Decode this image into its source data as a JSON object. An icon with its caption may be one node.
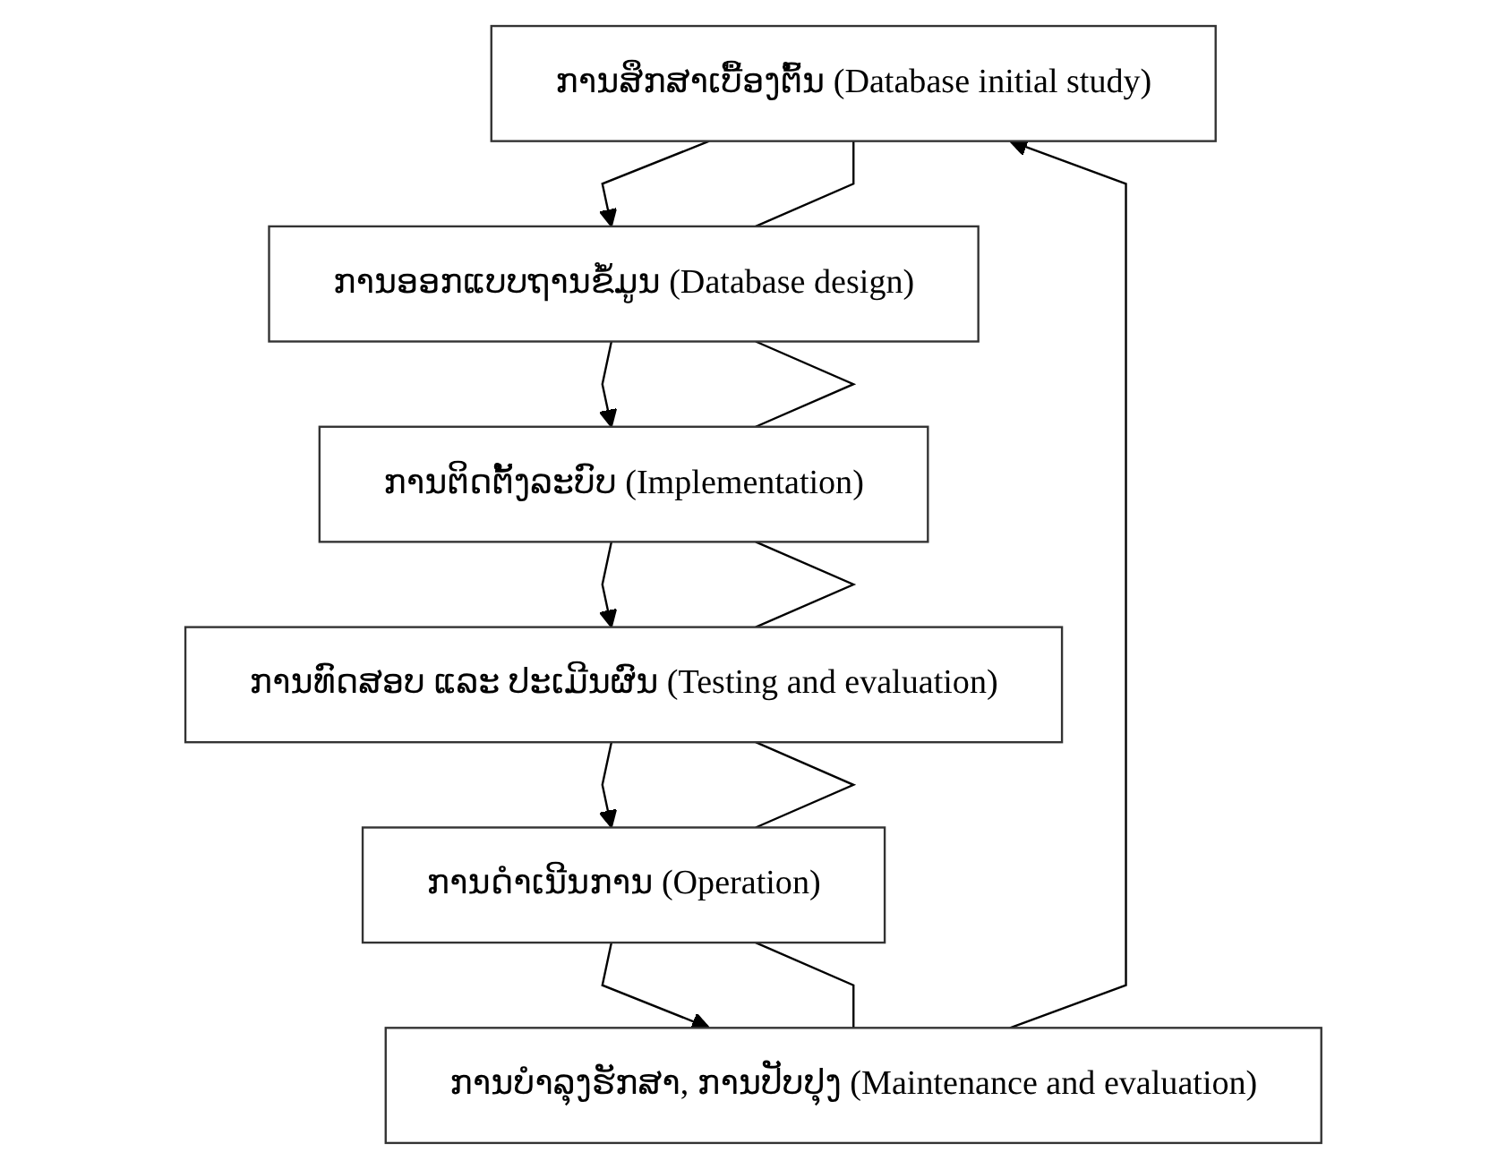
{
  "diagram": {
    "nodes": [
      {
        "text": [
          "ການສຶກສາເບື້ອງຕົ້ນ (Database initial study)"
        ]
      },
      {
        "text": [
          "ການອອກແບບຖານຂໍ້ມູນ (Database design)"
        ]
      },
      {
        "text": [
          "ການຕິດຕັ້ງລະບົບ (Implementation)"
        ]
      },
      {
        "text": [
          "ການທົດສອບ ແລະ ປະເມີນຜົນ (Testing and evaluation)"
        ]
      },
      {
        "text": [
          "ການດຳເນີນການ (Operation)"
        ]
      },
      {
        "text": [
          "ການບຳລຸງຮັກສາ, ການປັບປຸງ (Maintenance and evaluation)"
        ]
      }
    ],
    "edges": [
      {
        "from": 0,
        "to": 1,
        "arrow": "to"
      },
      {
        "from": 1,
        "to": 2,
        "arrow": "to"
      },
      {
        "from": 2,
        "to": 3,
        "arrow": "to"
      },
      {
        "from": 3,
        "to": 4,
        "arrow": "to"
      },
      {
        "from": 4,
        "to": 5,
        "arrow": "to"
      },
      {
        "from": 5,
        "to": 0,
        "arrow": "to"
      },
      {
        "from": 0,
        "to": 1,
        "arrow": "none"
      },
      {
        "from": 1,
        "to": 2,
        "arrow": "none"
      },
      {
        "from": 2,
        "to": 3,
        "arrow": "none"
      },
      {
        "from": 3,
        "to": 4,
        "arrow": "none"
      },
      {
        "from": 4,
        "to": 5,
        "arrow": "none"
      }
    ]
  }
}
